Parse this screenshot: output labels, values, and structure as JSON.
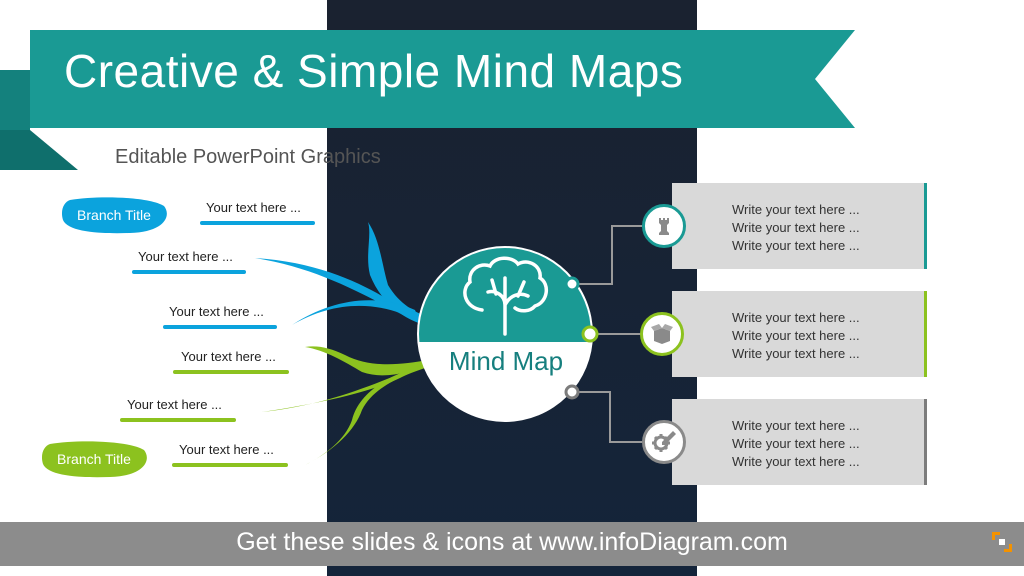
{
  "header": {
    "title": "Creative & Simple Mind Maps",
    "subtitle": "Editable PowerPoint  Graphics"
  },
  "colors": {
    "teal": "#1a9a94",
    "blue": "#0ba3dd",
    "green": "#8cc21f",
    "gray": "#7c7c7c",
    "dark_panel": "#17233a"
  },
  "left_branches": [
    {
      "title": "Branch Title",
      "color": "#0ba3dd"
    },
    {
      "title": "Branch Title",
      "color": "#8cc21f"
    }
  ],
  "leaf_items": [
    "Your text here ...",
    "Your text here ...",
    "Your text here ...",
    "Your text here ...",
    "Your text here ...",
    "Your text here ..."
  ],
  "center": {
    "label": "Mind Map",
    "icon": "brain-tree-icon"
  },
  "cards": [
    {
      "icon": "chess-rook-icon",
      "color": "#1a9a94",
      "lines": [
        "Write your text here ...",
        "Write your text here ...",
        "Write your text here ..."
      ]
    },
    {
      "icon": "open-box-icon",
      "color": "#8cc21f",
      "lines": [
        "Write your text here ...",
        "Write your text here ...",
        "Write your text here ..."
      ]
    },
    {
      "icon": "gear-pencil-icon",
      "color": "#7c7c7c",
      "lines": [
        "Write your text here ...",
        "Write your text here ...",
        "Write your text here ..."
      ]
    }
  ],
  "footer": {
    "text": "Get these slides & icons at www.infoDiagram.com",
    "logo": "infodiagram-logo-icon"
  }
}
